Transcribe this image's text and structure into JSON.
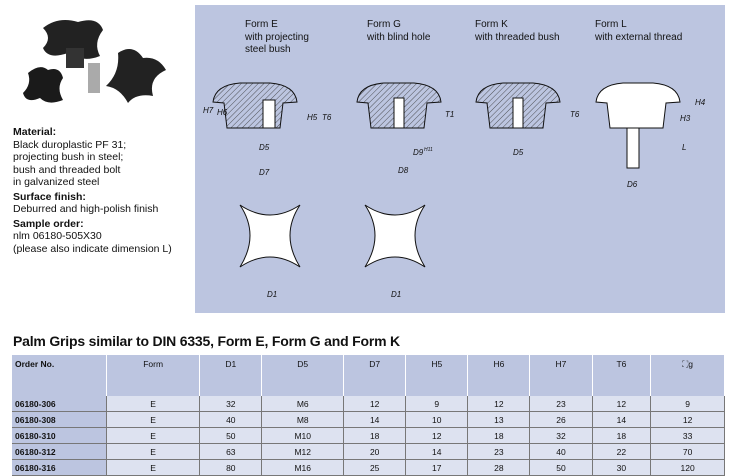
{
  "spec": {
    "material_label": "Material:",
    "material_lines": [
      "Black duroplastic PF 31;",
      "projecting bush in steel;",
      "bush and threaded bolt",
      "in galvanized steel"
    ],
    "finish_label": "Surface finish:",
    "finish": "Deburred and high-polish finish",
    "order_label": "Sample order:",
    "order_lines": [
      "nlm 06180-505X30",
      "(please also indicate dimension L)"
    ]
  },
  "forms": [
    {
      "name": "Form E",
      "desc": [
        "with projecting",
        "steel bush"
      ]
    },
    {
      "name": "Form G",
      "desc": [
        "with blind hole"
      ]
    },
    {
      "name": "Form K",
      "desc": [
        "with threaded bush"
      ]
    },
    {
      "name": "Form L",
      "desc": [
        "with external thread"
      ]
    }
  ],
  "dims": {
    "h7": "H7",
    "h6": "H6",
    "h5": "H5",
    "t6": "T6",
    "d5": "D5",
    "d7": "D7",
    "t1": "T1",
    "d8": "D8",
    "d9": "D9",
    "d9sup": "H11",
    "h4": "H4",
    "h3": "H3",
    "l": "L",
    "d6": "D6",
    "d1": "D1"
  },
  "table": {
    "title": "Palm Grips similar to DIN 6335, Form E, Form G and Form K",
    "headers": [
      "Order No.",
      "Form",
      "D1",
      "D5",
      "D7",
      "H5",
      "H6",
      "H7",
      "T6",
      "g"
    ],
    "rows": [
      [
        "06180-306",
        "E",
        "32",
        "M6",
        "12",
        "9",
        "12",
        "23",
        "12",
        "9"
      ],
      [
        "06180-308",
        "E",
        "40",
        "M8",
        "14",
        "10",
        "13",
        "26",
        "14",
        "12"
      ],
      [
        "06180-310",
        "E",
        "50",
        "M10",
        "18",
        "12",
        "18",
        "32",
        "18",
        "33"
      ],
      [
        "06180-312",
        "E",
        "63",
        "M12",
        "20",
        "14",
        "23",
        "40",
        "22",
        "70"
      ],
      [
        "06180-316",
        "E",
        "80",
        "M16",
        "25",
        "17",
        "28",
        "50",
        "30",
        "120"
      ]
    ]
  }
}
